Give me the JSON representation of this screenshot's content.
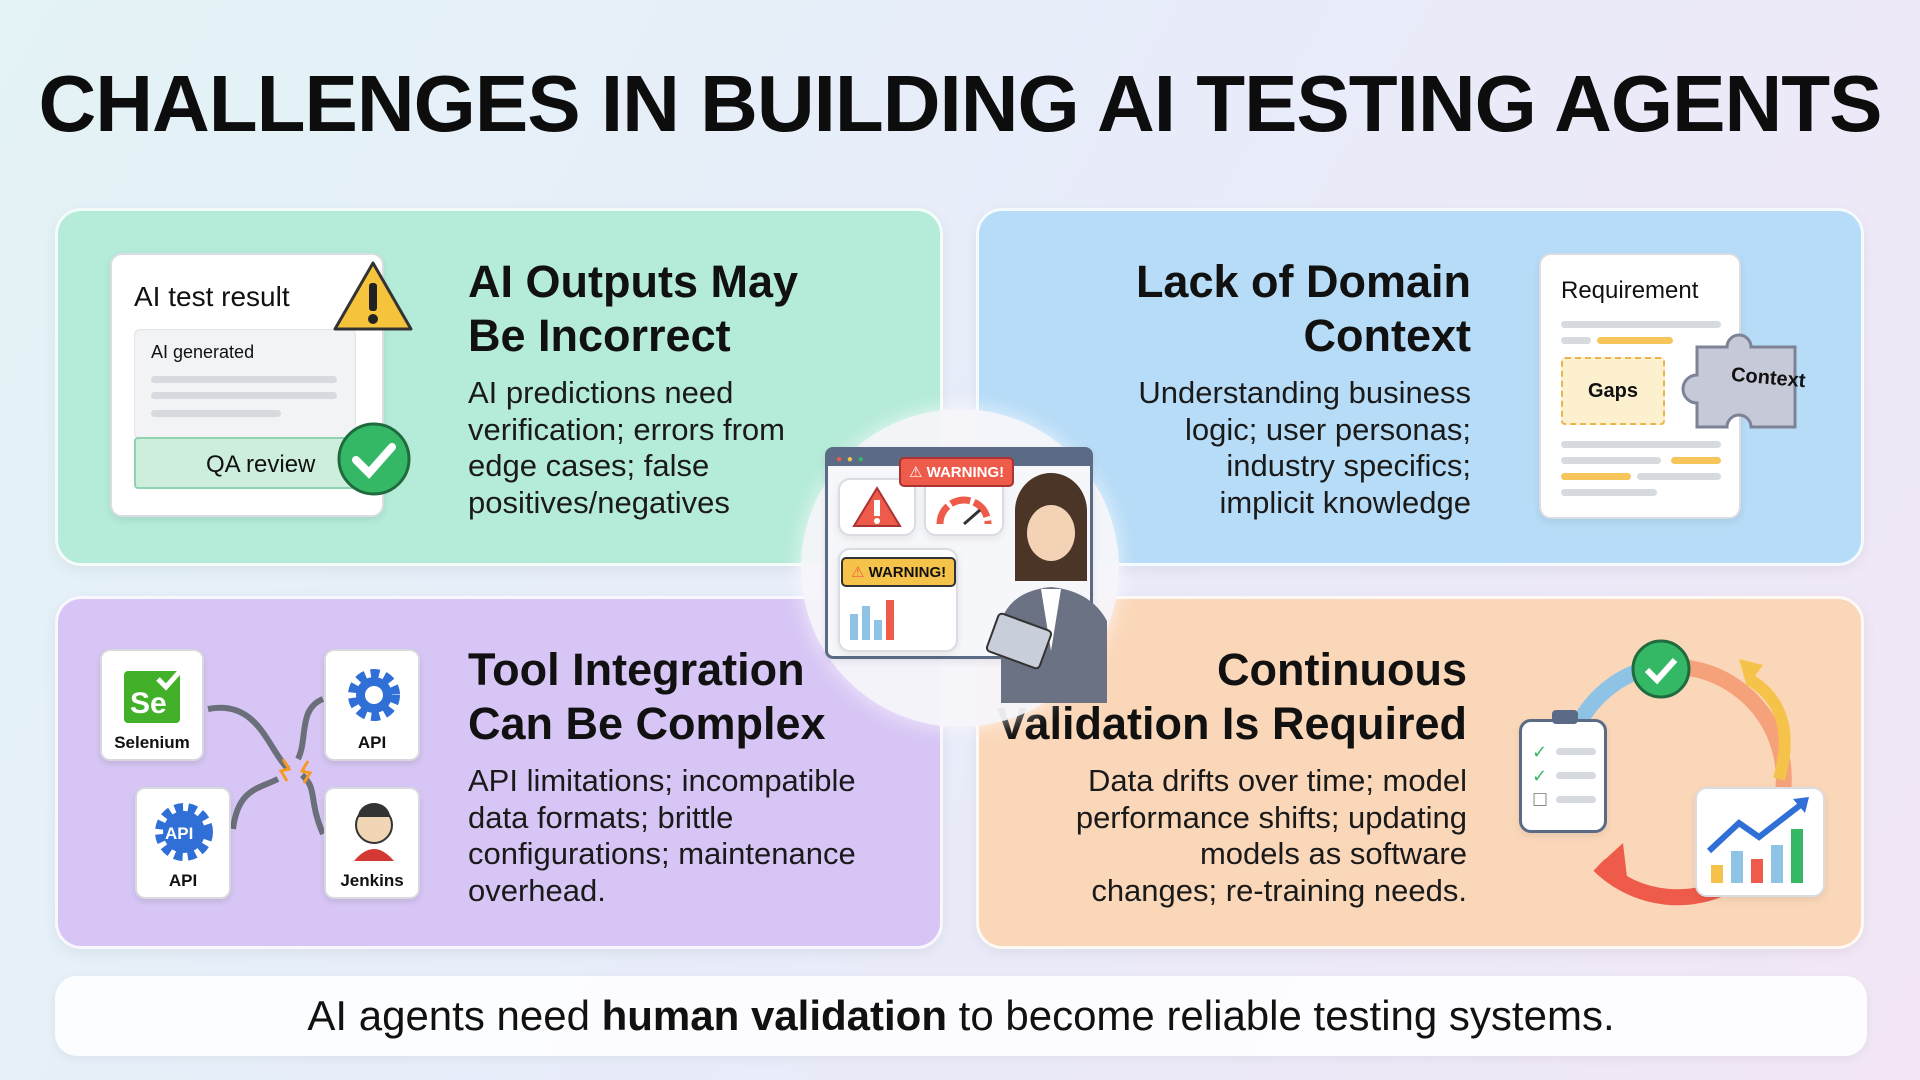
{
  "title": "CHALLENGES IN BUILDING AI TESTING AGENTS",
  "cards": [
    {
      "heading_lines": [
        "AI Outputs May",
        "Be Incorrect"
      ],
      "body_lines": [
        "AI predictions need",
        "verification; errors from",
        "edge cases; false",
        "positives/negatives"
      ],
      "color": "#b5ebd9",
      "illustration": {
        "title": "AI test result",
        "badge": "AI generated",
        "review": "QA review",
        "icons": [
          "warning-icon",
          "check-icon"
        ]
      }
    },
    {
      "heading_lines": [
        "Lack of Domain",
        "Context"
      ],
      "body_lines": [
        "Understanding business",
        "logic; user personas;",
        "industry specifics;",
        "implicit knowledge"
      ],
      "color": "#b7dcf7",
      "illustration": {
        "title": "Requirement",
        "gaps": "Gaps",
        "context": "Context",
        "icons": [
          "puzzle-piece-icon"
        ]
      }
    },
    {
      "heading_lines": [
        "Tool Integration",
        "Can Be Complex"
      ],
      "body_lines": [
        "API limitations; incompatible",
        "data formats; brittle",
        "configurations; maintenance",
        "overhead."
      ],
      "color": "#d7c6f5",
      "illustration": {
        "tools": [
          "Selenium",
          "API",
          "API",
          "Jenkins"
        ],
        "selenium_logo": "Se",
        "api_logo": "API"
      }
    },
    {
      "heading_lines": [
        "Continuous",
        "Validation Is Required"
      ],
      "body_lines": [
        "Data drifts over time; model",
        "performance shifts; updating",
        "models as software",
        "changes; re-training needs."
      ],
      "color": "#fbd7b9",
      "illustration": {
        "icons": [
          "checklist-icon",
          "check-icon",
          "growth-chart-icon",
          "cycle-arrows-icon"
        ]
      }
    }
  ],
  "center": {
    "warning_1": "WARNING!",
    "warning_2": "WARNING!",
    "icons": [
      "browser-window-icon",
      "warning-icon",
      "gauge-icon",
      "bar-chart-icon",
      "person-with-clipboard"
    ]
  },
  "banner": {
    "pre": "AI agents need ",
    "bold": "human validation",
    "post": " to become reliable testing systems."
  }
}
